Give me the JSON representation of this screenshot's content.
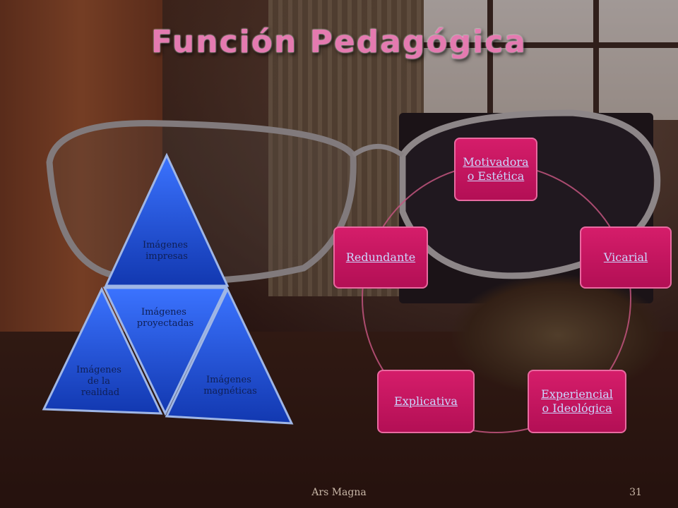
{
  "slide": {
    "title": "Función Pedagógica",
    "footer": "Ars Magna",
    "page_number": "31"
  },
  "pyramid": {
    "top": [
      "Imágenes",
      "impresas"
    ],
    "middle": [
      "Imágenes",
      "proyectadas"
    ],
    "left": [
      "Imágenes",
      "de la",
      "realidad"
    ],
    "right": [
      "Imágenes",
      "magnéticas"
    ]
  },
  "cycle": {
    "nodes": [
      [
        "Motivadora",
        "o Estética"
      ],
      [
        "Vicarial"
      ],
      [
        "Experiencial",
        "o Ideológica"
      ],
      [
        "Explicativa"
      ],
      [
        "Redundante"
      ]
    ]
  },
  "colors": {
    "title": "#e47ab0",
    "node_fill": "#c01560",
    "triangle_fill": "#1f4fd0",
    "link_text": "#cbd6ff"
  }
}
